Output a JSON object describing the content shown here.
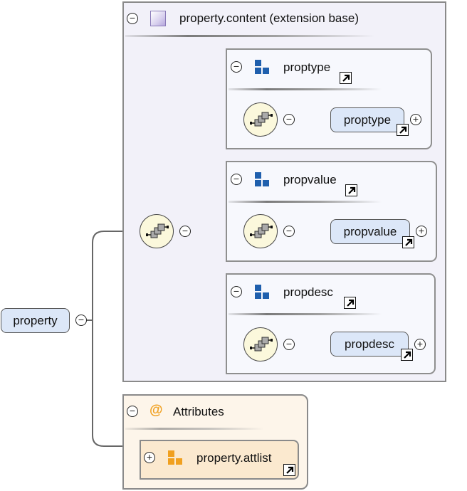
{
  "diagram": {
    "root_element": {
      "label": "property",
      "toggle": "−"
    },
    "extension_group": {
      "title": "property.content (extension base)",
      "toggle": "−",
      "icon": "complex-type-icon"
    },
    "sequence_toggle": "−",
    "sub_groups": [
      {
        "title": "proptype",
        "toggle": "−",
        "icon": "group-icon",
        "seq_toggle": "−",
        "element": {
          "label": "proptype",
          "expand": "+"
        }
      },
      {
        "title": "propvalue",
        "toggle": "−",
        "icon": "group-icon",
        "seq_toggle": "−",
        "element": {
          "label": "propvalue",
          "expand": "+"
        }
      },
      {
        "title": "propdesc",
        "toggle": "−",
        "icon": "group-icon",
        "seq_toggle": "−",
        "element": {
          "label": "propdesc",
          "expand": "+"
        }
      }
    ],
    "attributes": {
      "title": "Attributes",
      "toggle": "−",
      "at_symbol": "@",
      "attlist": {
        "label": "property.attlist",
        "toggle": "+"
      }
    }
  },
  "colors": {
    "element_fill": "#dce7f8",
    "group_blue": "#1f5fad",
    "attribute_orange": "#f0a020",
    "sequence_fill": "#fbf8dc"
  }
}
